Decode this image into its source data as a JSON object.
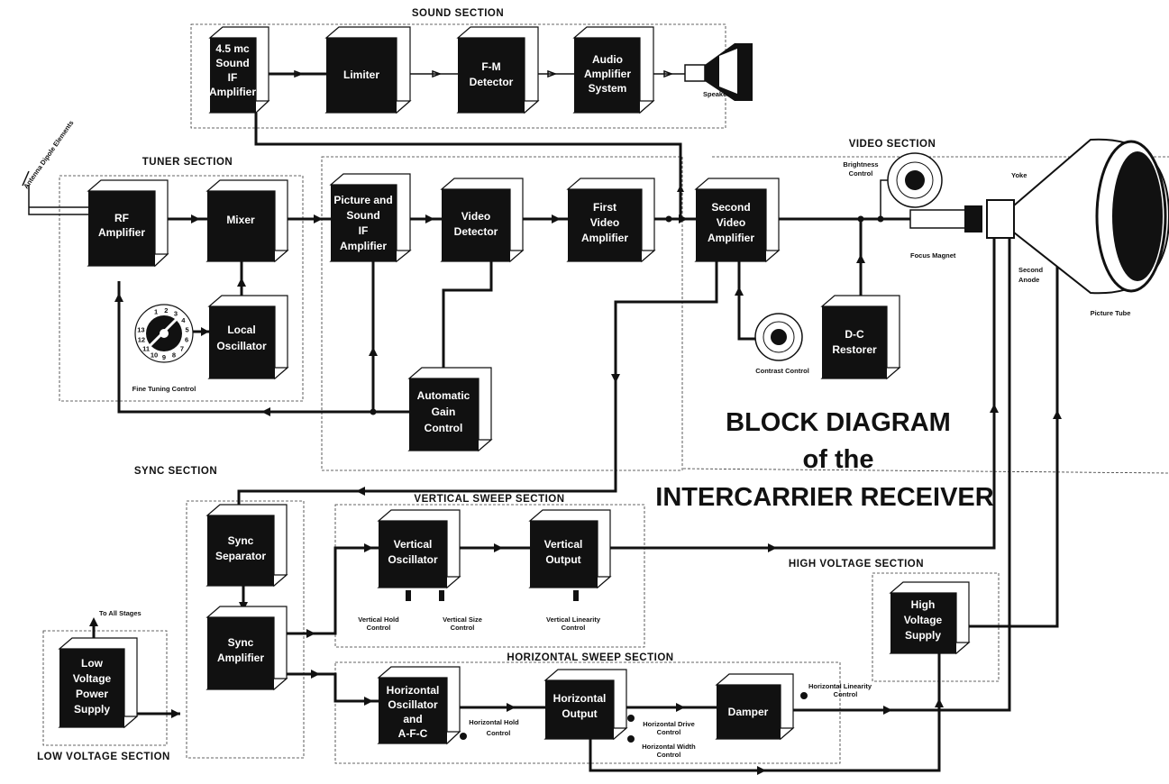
{
  "sections": {
    "sound": "SOUND SECTION",
    "tuner": "TUNER SECTION",
    "video": "VIDEO SECTION",
    "sync": "SYNC SECTION",
    "vertical": "VERTICAL SWEEP SECTION",
    "high_voltage": "HIGH VOLTAGE SECTION",
    "horizontal": "HORIZONTAL SWEEP SECTION",
    "low_voltage": "LOW VOLTAGE SECTION"
  },
  "title": [
    "BLOCK DIAGRAM",
    "of the",
    "INTERCARRIER RECEIVER"
  ],
  "blocks": [
    {
      "id": "sound-if-amplifier",
      "lines": [
        "4.5 mc",
        "Sound",
        "IF",
        "Amplifier"
      ]
    },
    {
      "id": "limiter",
      "lines": [
        "Limiter"
      ]
    },
    {
      "id": "fm-detector",
      "lines": [
        "F-M",
        "Detector"
      ]
    },
    {
      "id": "audio-amplifier",
      "lines": [
        "Audio",
        "Amplifier",
        "System"
      ]
    },
    {
      "id": "rf-amplifier",
      "lines": [
        "RF",
        "Amplifier"
      ]
    },
    {
      "id": "mixer",
      "lines": [
        "Mixer"
      ]
    },
    {
      "id": "local-oscillator",
      "lines": [
        "Local",
        "Oscillator"
      ]
    },
    {
      "id": "picture-sound-if",
      "lines": [
        "Picture and",
        "Sound",
        "IF",
        "Amplifier"
      ]
    },
    {
      "id": "video-detector",
      "lines": [
        "Video",
        "Detector"
      ]
    },
    {
      "id": "first-video-amplifier",
      "lines": [
        "First",
        "Video",
        "Amplifier"
      ]
    },
    {
      "id": "second-video-amplifier",
      "lines": [
        "Second",
        "Video",
        "Amplifier"
      ]
    },
    {
      "id": "agc",
      "lines": [
        "Automatic",
        "Gain",
        "Control"
      ]
    },
    {
      "id": "dc-restorer",
      "lines": [
        "D-C",
        "Restorer"
      ]
    },
    {
      "id": "sync-separator",
      "lines": [
        "Sync",
        "Separator"
      ]
    },
    {
      "id": "sync-amplifier",
      "lines": [
        "Sync",
        "Amplifier"
      ]
    },
    {
      "id": "vertical-oscillator",
      "lines": [
        "Vertical",
        "Oscillator"
      ]
    },
    {
      "id": "vertical-output",
      "lines": [
        "Vertical",
        "Output"
      ]
    },
    {
      "id": "high-voltage-supply",
      "lines": [
        "High",
        "Voltage",
        "Supply"
      ]
    },
    {
      "id": "low-voltage-supply",
      "lines": [
        "Low",
        "Voltage",
        "Power",
        "Supply"
      ]
    },
    {
      "id": "horizontal-oscillator",
      "lines": [
        "Horizontal",
        "Oscillator",
        "and",
        "A-F-C"
      ]
    },
    {
      "id": "horizontal-output",
      "lines": [
        "Horizontal",
        "Output"
      ]
    },
    {
      "id": "damper",
      "lines": [
        "Damper"
      ]
    }
  ],
  "labels": {
    "speaker": "Speaker",
    "antenna": "Antenna Dipole Elements",
    "fine_tuning": "Fine Tuning Control",
    "brightness": [
      "Brightness",
      "Control"
    ],
    "yoke": "Yoke",
    "focus_magnet": "Focus Magnet",
    "second_anode": [
      "Second",
      "Anode"
    ],
    "picture_tube": "Picture Tube",
    "contrast": "Contrast Control",
    "to_all_stages": "To All Stages",
    "vertical_hold": [
      "Vertical Hold",
      "Control"
    ],
    "vertical_size": [
      "Vertical Size",
      "Control"
    ],
    "vertical_linearity": [
      "Vertical Linearity",
      "Control"
    ],
    "horizontal_hold": [
      "Horizontal Hold",
      "Control"
    ],
    "horizontal_drive": [
      "Horizontal Drive",
      "Control"
    ],
    "horizontal_width": [
      "Horizontal Width",
      "Control"
    ],
    "horizontal_linearity": [
      "Horizontal Linearity",
      "Control"
    ]
  },
  "dial_numbers": [
    "1",
    "2",
    "3",
    "4",
    "5",
    "6",
    "7",
    "8",
    "9",
    "10",
    "11",
    "12",
    "13"
  ],
  "colors": {
    "ink": "#111111",
    "paper": "#ffffff"
  }
}
